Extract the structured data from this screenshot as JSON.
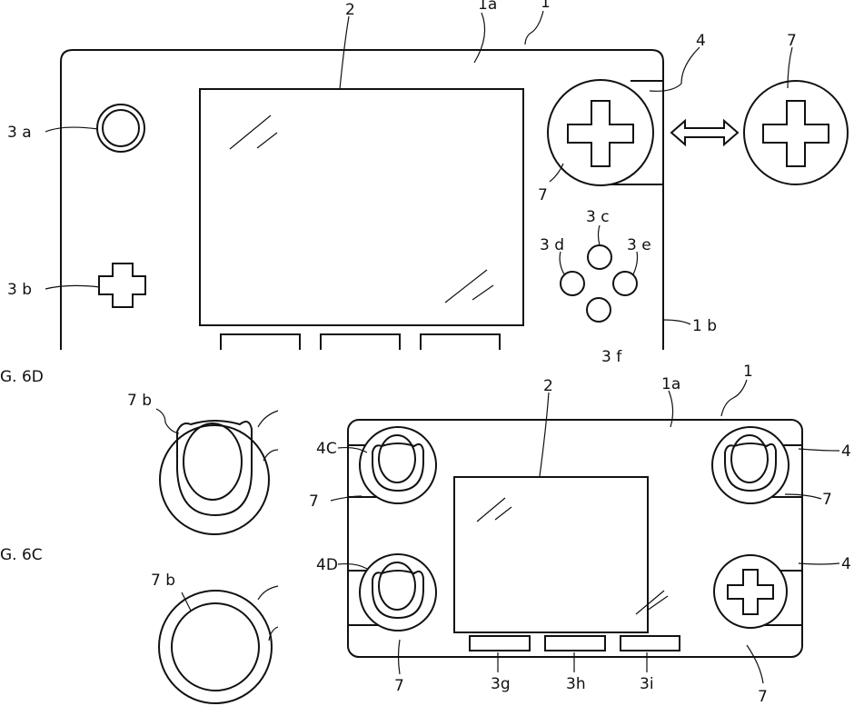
{
  "top_figure": {
    "labels": {
      "screen": "2",
      "face": "1a",
      "device": "1",
      "recess": "4",
      "detached_control": "7",
      "attached_control": "7",
      "button_3a": "3 a",
      "dpad_3b": "3 b",
      "button_3c": "3 c",
      "button_3d": "3 d",
      "button_3e": "3 e",
      "button_3f": "3 f",
      "side": "1 b"
    }
  },
  "fig_6d": {
    "caption": "G. 6D",
    "part_label": "7 b"
  },
  "fig_6c": {
    "caption": "G. 6C",
    "part_label": "7 b"
  },
  "bottom_figure": {
    "labels": {
      "screen": "2",
      "face": "1a",
      "device": "1",
      "recess_4c": "4C",
      "recess_4d": "4D",
      "recess_right_top": "4",
      "recess_right_bottom": "4",
      "control_left_top": "7",
      "control_left_bottom": "7",
      "control_right_top": "7",
      "control_right_bottom": "7",
      "button_3g": "3g",
      "button_3h": "3h",
      "button_3i": "3i"
    }
  }
}
